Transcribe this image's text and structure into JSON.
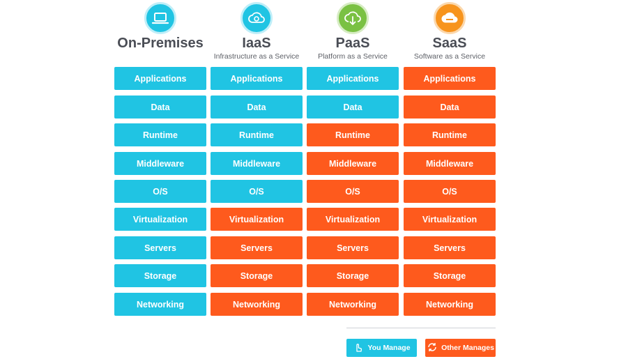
{
  "colors": {
    "you_manage": "#20c4e3",
    "other_manages": "#fe5a1d"
  },
  "columns": [
    {
      "title": "On-Premises",
      "subtitle": "",
      "icon": "laptop-icon",
      "icon_color": "#20c4e3",
      "managed_by": [
        "you",
        "you",
        "you",
        "you",
        "you",
        "you",
        "you",
        "you",
        "you"
      ]
    },
    {
      "title": "IaaS",
      "subtitle": "Infrastructure as a Service",
      "icon": "cloud-gear-icon",
      "icon_color": "#20c4e3",
      "managed_by": [
        "you",
        "you",
        "you",
        "you",
        "you",
        "other",
        "other",
        "other",
        "other"
      ]
    },
    {
      "title": "PaaS",
      "subtitle": "Platform as a Service",
      "icon": "cloud-download-icon",
      "icon_color": "#7ac143",
      "managed_by": [
        "you",
        "you",
        "other",
        "other",
        "other",
        "other",
        "other",
        "other",
        "other"
      ]
    },
    {
      "title": "SaaS",
      "subtitle": "Software as a Service",
      "icon": "cloud-icon",
      "icon_color": "#f7941d",
      "managed_by": [
        "other",
        "other",
        "other",
        "other",
        "other",
        "other",
        "other",
        "other",
        "other"
      ]
    }
  ],
  "layers": [
    "Applications",
    "Data",
    "Runtime",
    "Middleware",
    "O/S",
    "Virtualization",
    "Servers",
    "Storage",
    "Networking"
  ],
  "legend": {
    "you_manage": "You Manage",
    "other_manages": "Other Manages"
  }
}
